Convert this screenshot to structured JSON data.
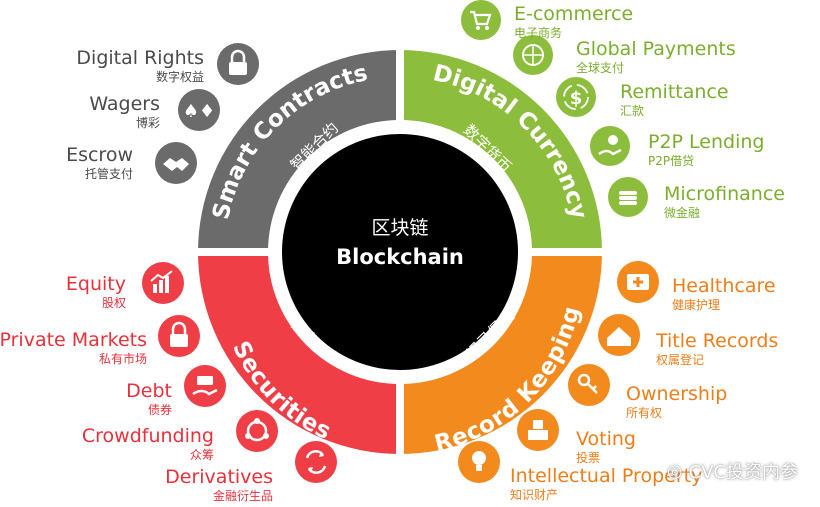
{
  "center": {
    "zh": "区块链",
    "en": "Blockchain"
  },
  "quadrants": [
    {
      "id": "smart",
      "en": "Smart Contracts",
      "zh": "智能合约",
      "color": "#6b6b6b",
      "items": [
        {
          "en": "Digital Rights",
          "zh": "数字权益",
          "icon": "lock-icon"
        },
        {
          "en": "Wagers",
          "zh": "博彩",
          "icon": "cards-icon"
        },
        {
          "en": "Escrow",
          "zh": "托管支付",
          "icon": "handshake-icon"
        }
      ]
    },
    {
      "id": "currency",
      "en": "Digital Currency",
      "zh": "数字货币",
      "color": "#8dbd3c",
      "items": [
        {
          "en": "E-commerce",
          "zh": "电子商务",
          "icon": "cart-icon"
        },
        {
          "en": "Global Payments",
          "zh": "全球支付",
          "icon": "globe-icon"
        },
        {
          "en": "Remittance",
          "zh": "汇款",
          "icon": "dollar-cycle-icon"
        },
        {
          "en": "P2P Lending",
          "zh": "P2P借贷",
          "icon": "hand-coin-icon"
        },
        {
          "en": "Microfinance",
          "zh": "微金融",
          "icon": "coins-icon"
        }
      ]
    },
    {
      "id": "securities",
      "en": "Securities",
      "zh": "证券",
      "color": "#ef3e45",
      "items": [
        {
          "en": "Equity",
          "zh": "股权",
          "icon": "chart-icon"
        },
        {
          "en": "Private Markets",
          "zh": "私有市场",
          "icon": "lock-icon"
        },
        {
          "en": "Debt",
          "zh": "债券",
          "icon": "hand-money-icon"
        },
        {
          "en": "Crowdfunding",
          "zh": "众筹",
          "icon": "people-icon"
        },
        {
          "en": "Derivatives",
          "zh": "金融衍生品",
          "icon": "arrows-icon"
        }
      ]
    },
    {
      "id": "record",
      "en": "Record Keeping",
      "zh": "记录保全",
      "color": "#f28a1e",
      "items": [
        {
          "en": "Healthcare",
          "zh": "健康护理",
          "icon": "medical-folder-icon"
        },
        {
          "en": "Title Records",
          "zh": "权属登记",
          "icon": "house-car-icon"
        },
        {
          "en": "Ownership",
          "zh": "所有权",
          "icon": "key-icon"
        },
        {
          "en": "Voting",
          "zh": "投票",
          "icon": "ballot-icon"
        },
        {
          "en": "Intellectual Property",
          "zh": "知识财产",
          "icon": "bulb-icon"
        }
      ]
    }
  ],
  "watermark": "CVC投资内参"
}
